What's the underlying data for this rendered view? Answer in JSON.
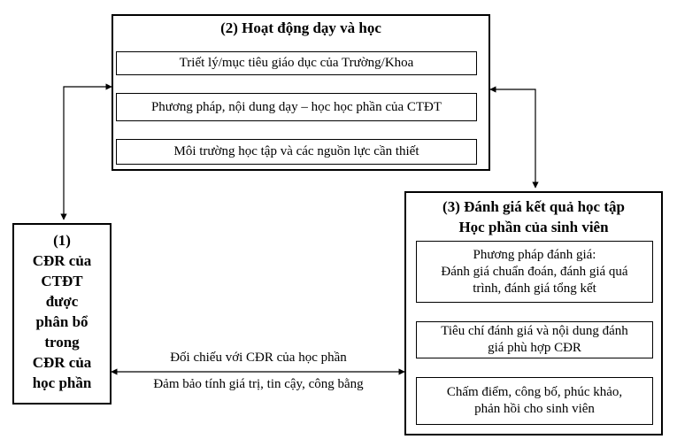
{
  "box_cdr": {
    "lines": [
      "(1)",
      "CĐR của",
      "CTĐT",
      "được",
      "phân bổ",
      "trong",
      "CĐR của",
      "học phần"
    ]
  },
  "box_teaching": {
    "title": "(2) Hoạt động dạy và học",
    "items": [
      "Triết lý/mục tiêu giáo dục của Trường/Khoa",
      "Phương pháp, nội dung dạy – học học phần của CTĐT",
      "Môi trường học tập và các nguồn lực cần thiết"
    ]
  },
  "box_assessment": {
    "title_line1": "(3) Đánh giá kết quả học tập",
    "title_line2": "Học phần của sinh viên",
    "items": [
      {
        "lines": [
          "Phương pháp đánh giá:",
          "Đánh giá chuẩn đoán, đánh giá quá",
          "trình, đánh giá tổng kết"
        ]
      },
      {
        "lines": [
          "Tiêu chí đánh giá và nội dung đánh",
          "giá phù hợp CĐR"
        ]
      },
      {
        "lines": [
          "Chấm điểm, công bố, phúc khảo,",
          "phản hồi cho sinh viên"
        ]
      }
    ]
  },
  "link_label": {
    "line1": "Đối chiếu với CĐR của học phần",
    "line2": "Đảm bảo tính giá trị, tin cậy, công bằng"
  }
}
